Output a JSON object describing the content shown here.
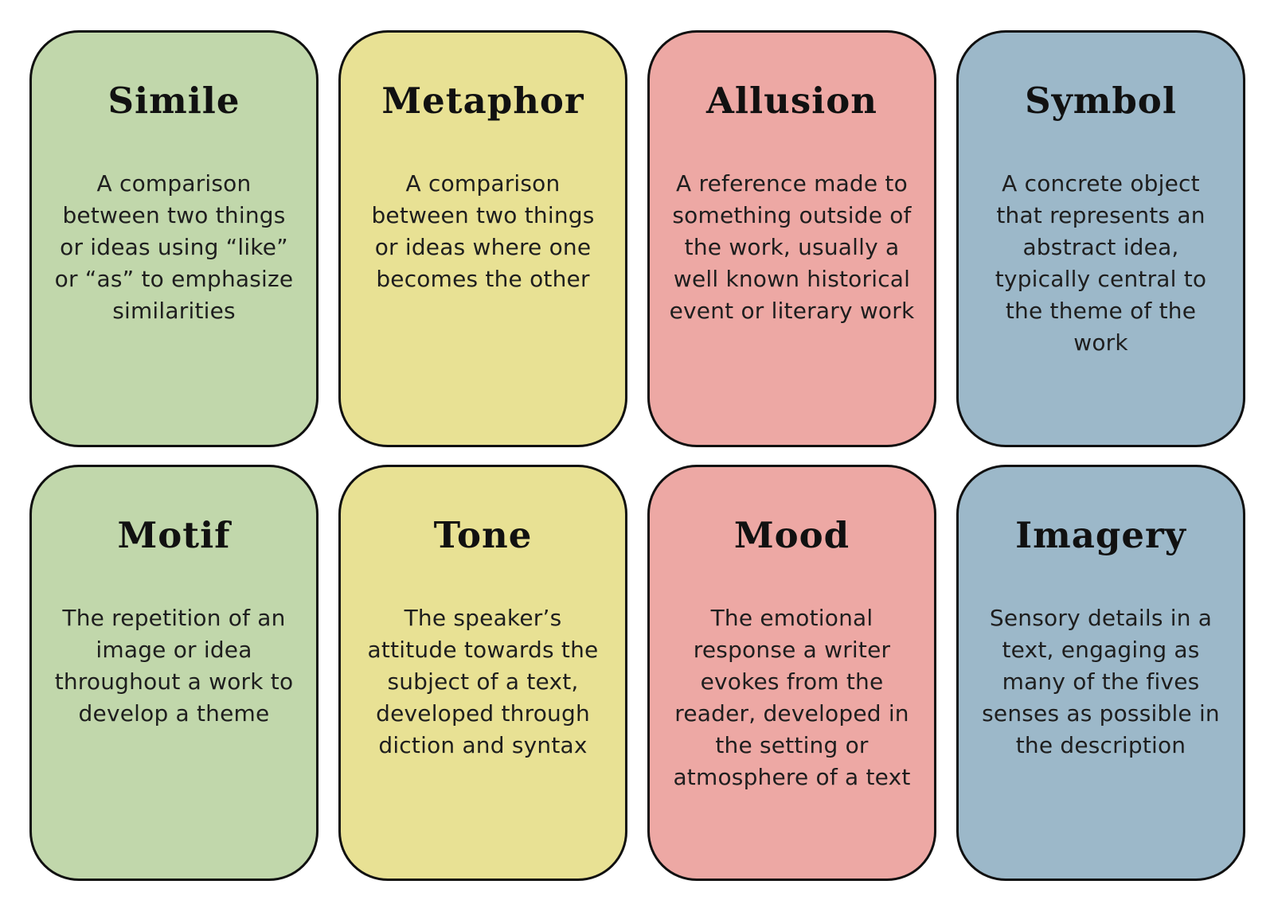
{
  "page": {
    "background": "#ffffff",
    "border_color": "#101010",
    "title_color": "#111111",
    "text_color": "#1e1e1e"
  },
  "cards": [
    {
      "title": "Simile",
      "definition": "A comparison between two things or ideas using “like” or “as” to emphasize similarities",
      "color": "#c1d7ab"
    },
    {
      "title": "Metaphor",
      "definition": "A comparison between two things or ideas where one becomes the other",
      "color": "#e8e194"
    },
    {
      "title": "Allusion",
      "definition": "A reference made to something outside of the work, usually a well known historical event or literary work",
      "color": "#eda8a4"
    },
    {
      "title": "Symbol",
      "definition": "A concrete object that represents an abstract idea, typically central to the theme of the work",
      "color": "#9cb8c9"
    },
    {
      "title": "Motif",
      "definition": "The repetition of an image or idea throughout a work to develop a theme",
      "color": "#c1d7ab"
    },
    {
      "title": "Tone",
      "definition": "The speaker’s attitude towards the subject of a text, developed through diction and syntax",
      "color": "#e8e194"
    },
    {
      "title": "Mood",
      "definition": "The emotional response a writer evokes from the reader, developed in the setting or atmosphere of a text",
      "color": "#eda8a4"
    },
    {
      "title": "Imagery",
      "definition": "Sensory details in a text, engaging as many of the fives senses as possible in the description",
      "color": "#9cb8c9"
    }
  ]
}
